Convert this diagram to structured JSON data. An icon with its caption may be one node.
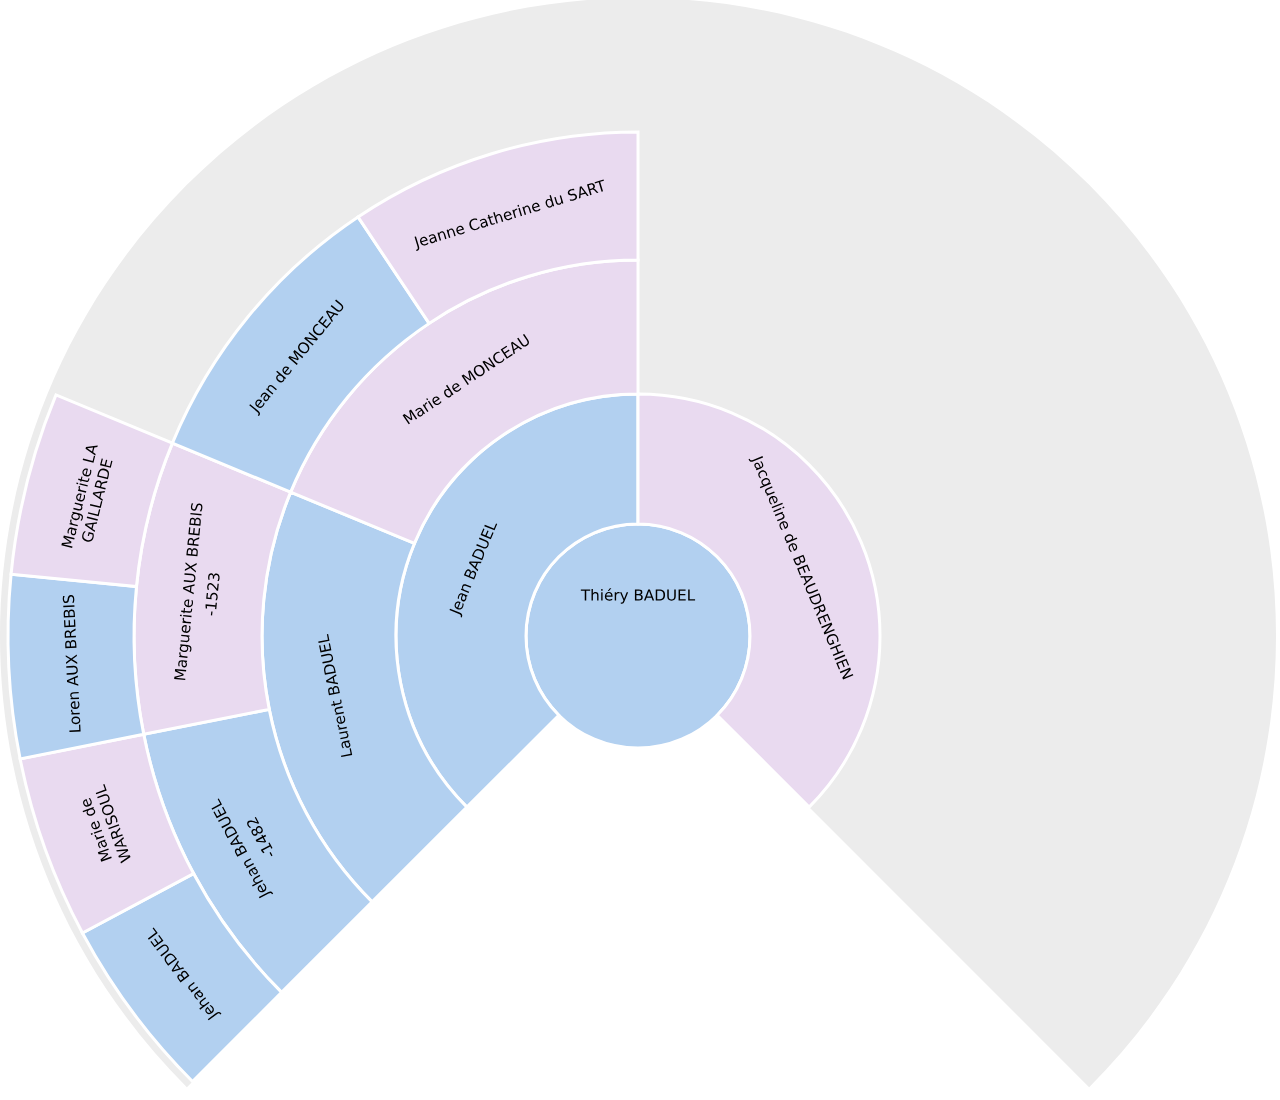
{
  "diagram": {
    "nodes": [
      {
        "text": [
          "Thiéry BADUEL"
        ]
      },
      {
        "text": [
          "Jean BADUEL"
        ]
      },
      {
        "text": [
          "Jacqueline de BEAUDRENGHIEN"
        ]
      },
      {
        "text": [
          "Laurent BADUEL"
        ]
      },
      {
        "text": [
          "Marie de MONCEAU"
        ]
      },
      {
        "text": [
          "Jehan BADUEL",
          "-1482"
        ]
      },
      {
        "text": [
          "Marguerite AUX BREBIS",
          "-1523"
        ]
      },
      {
        "text": [
          "Jean de MONCEAU"
        ]
      },
      {
        "text": [
          "Jeanne Catherine du SART"
        ]
      },
      {
        "text": [
          "Jehan BADUEL"
        ]
      },
      {
        "text": [
          "Marie de WARISOUL"
        ]
      },
      {
        "text": [
          "Loren AUX BREBIS"
        ]
      },
      {
        "text": [
          "Marguerite LA GAILLARDE"
        ]
      }
    ]
  }
}
